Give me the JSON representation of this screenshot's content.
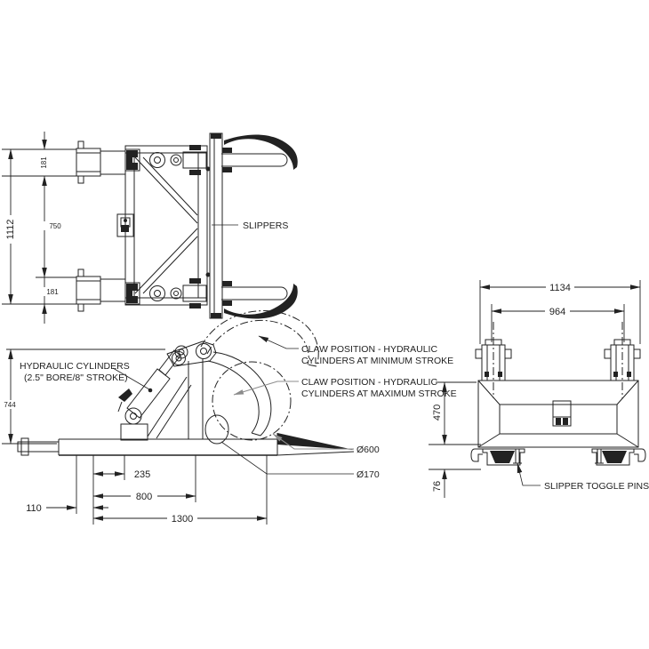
{
  "colors": {
    "ink": "#222222",
    "gray": "#8c8c8c",
    "background": "#ffffff"
  },
  "top_view": {
    "slippers_label": "SLIPPERS",
    "dim_181_top": "181",
    "dim_1112": "1112",
    "dim_750": "750",
    "dim_181_bottom": "181"
  },
  "side_view": {
    "hydraulic_label_line1": "HYDRAULIC CYLINDERS",
    "hydraulic_label_line2": "(2.5\" BORE/8\" STROKE)",
    "claw_min_label_line1": "CLAW POSITION - HYDRAULIC",
    "claw_min_label_line2": "CYLINDERS AT MINIMUM STROKE",
    "claw_max_label_line1": "CLAW POSITION - HYDRAULIC",
    "claw_max_label_line2": "CYLINDERS AT MAXIMUM STROKE",
    "dim_dia600": "Ø600",
    "dim_dia170": "Ø170",
    "dim_744": "744",
    "dim_235": "235",
    "dim_800": "800",
    "dim_1300": "1300",
    "dim_110": "110"
  },
  "rear_view": {
    "slipper_toggle_pins_label": "SLIPPER TOGGLE PINS",
    "dim_1134": "1134",
    "dim_964": "964",
    "dim_470": "470",
    "dim_76": "76"
  }
}
